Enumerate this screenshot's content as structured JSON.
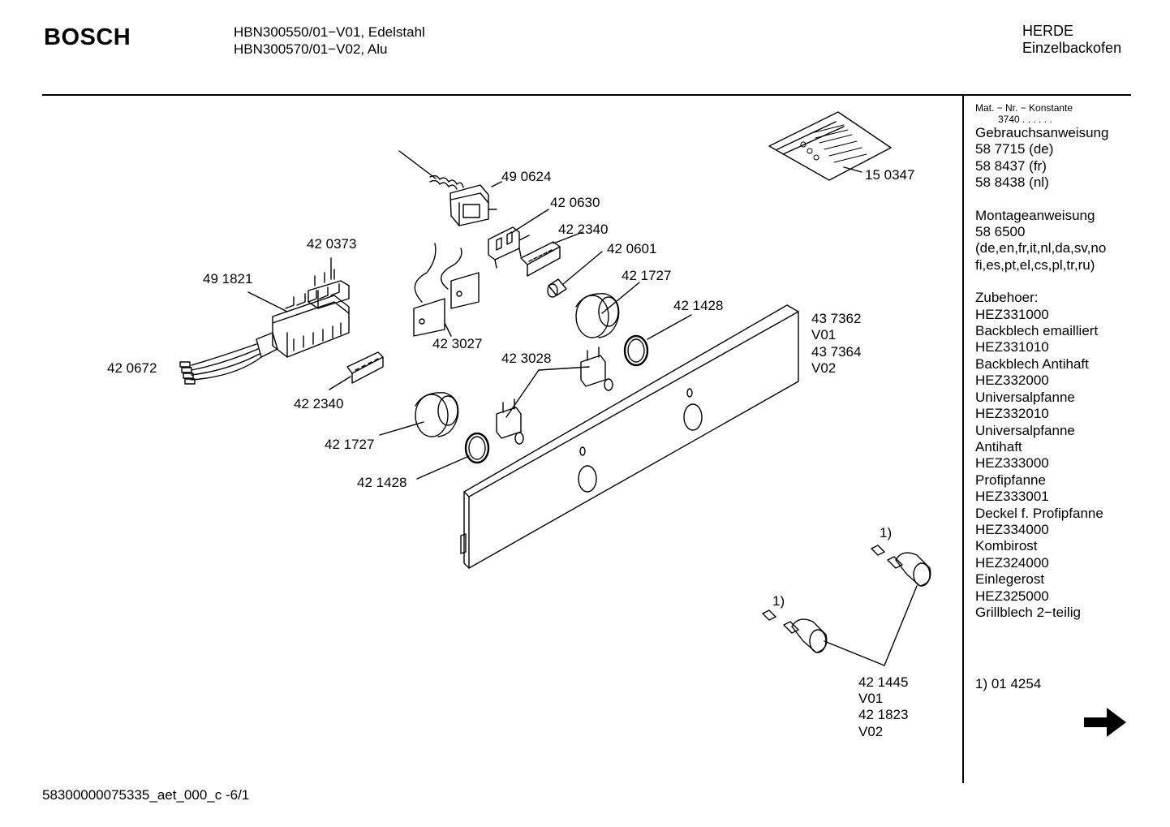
{
  "header": {
    "brand": "BOSCH",
    "model_line_1": "HBN300550/01−V01, Edelstahl",
    "model_line_2": "HBN300570/01−V02, Alu",
    "category_line_1": "HERDE",
    "category_line_2": "Einzelbackofen"
  },
  "sidebar": {
    "mat_nr_label": "Mat. − Nr. − Konstante",
    "mat_nr_value": "3740 . . . . . .",
    "sections": [
      [
        "Gebrauchsanweisung",
        "58 7715 (de)",
        "58 8437 (fr)",
        "58 8438 (nl)"
      ],
      [
        "Montageanweisung",
        "58 6500",
        "(de,en,fr,it,nl,da,sv,no",
        "fi,es,pt,el,cs,pl,tr,ru)"
      ],
      [
        "Zubehoer:",
        "HEZ331000",
        "Backblech emailliert",
        "HEZ331010",
        "Backblech Antihaft",
        "HEZ332000",
        "Universalpfanne",
        "HEZ332010",
        "Universalpfanne",
        "Antihaft",
        "HEZ333000",
        "Profipfanne",
        "HEZ333001",
        "Deckel f. Profipfanne",
        "HEZ334000",
        "Kombirost",
        "HEZ324000",
        "Einlegerost",
        "HEZ325000",
        "Grillblech 2−teilig"
      ]
    ],
    "footnote": "1) 01 4254",
    "next_icon": "right-arrow-icon"
  },
  "parts": {
    "p490624": "49 0624",
    "p420630": "42 0630",
    "p422340a": "42 2340",
    "p420601": "42 0601",
    "p421727a": "42 1727",
    "p421428a": "42 1428",
    "p420373": "42 0373",
    "p491821": "49 1821",
    "p423027": "42 3027",
    "p420672": "42 0672",
    "p422340b": "42 2340",
    "p423028": "42 3028",
    "p421727b": "42 1727",
    "p421428b": "42 1428",
    "p150347": "15 0347",
    "p437362": "43 7362",
    "v01a": "V01",
    "p437364": "43 7364",
    "v02a": "V02",
    "p421445": "42 1445",
    "v01b": "V01",
    "p421823": "42 1823",
    "v02b": "V02",
    "fn_a": "1)",
    "fn_b": "1)"
  },
  "footer": {
    "doc_id": "58300000075335_aet_000_c  -6/1"
  }
}
